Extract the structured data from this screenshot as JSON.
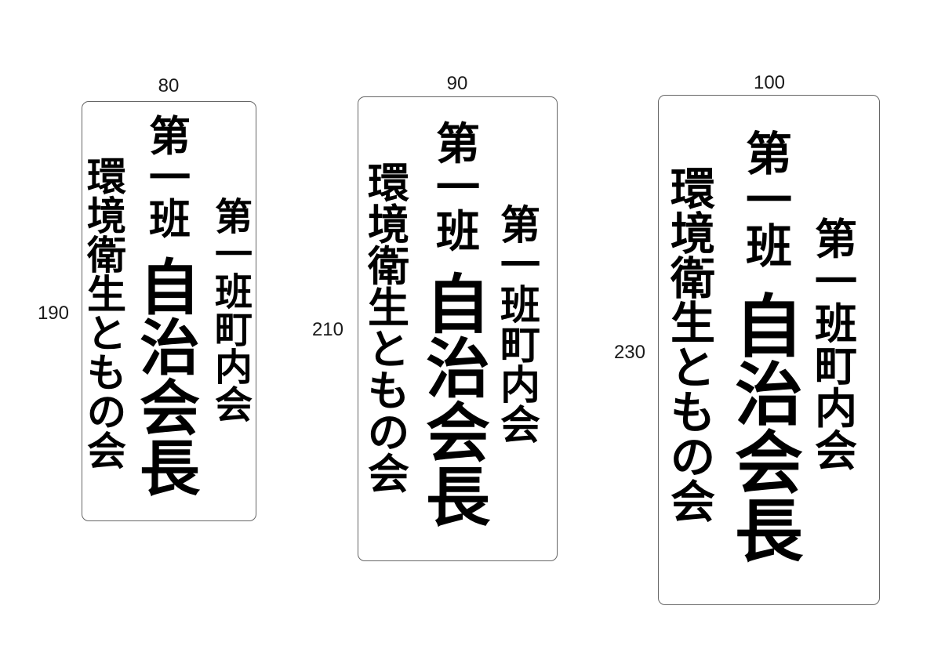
{
  "canvas": {
    "background": "#ffffff"
  },
  "style": {
    "text_color": "#000000",
    "border_color": "#666666",
    "label_color": "#1a1a1a"
  },
  "plates": [
    {
      "name": "nameplate-80x190",
      "width_mm": "80",
      "height_mm": "190",
      "text": {
        "right_column": "第一班町内会",
        "center_heading": "第一班",
        "center_title": "自治会長",
        "left_column": "環境衛生ともの会"
      }
    },
    {
      "name": "nameplate-90x210",
      "width_mm": "90",
      "height_mm": "210",
      "text": {
        "right_column": "第一班町内会",
        "center_heading": "第一班",
        "center_title": "自治会長",
        "left_column": "環境衛生ともの会"
      }
    },
    {
      "name": "nameplate-100x230",
      "width_mm": "100",
      "height_mm": "230",
      "text": {
        "right_column": "第一班町内会",
        "center_heading": "第一班",
        "center_title": "自治会長",
        "left_column": "環境衛生ともの会"
      }
    }
  ]
}
